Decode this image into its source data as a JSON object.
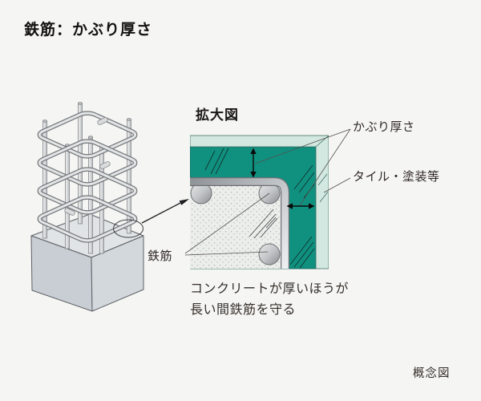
{
  "page": {
    "title": "鉄筋：かぶり厚さ",
    "caption": "概念図"
  },
  "diagram": {
    "heading": "拡大図",
    "labels": {
      "cover_thickness": "かぶり厚さ",
      "tile_paint": "タイル・塗装等",
      "rebar": "鉄筋"
    },
    "note": {
      "line1": "コンクリートが厚いほうが",
      "line2": "長い間鉄筋を守る"
    }
  },
  "icons": {
    "vertical_double_arrow": "cover-thickness-dimension",
    "horizontal_double_arrow": "cover-thickness-dimension",
    "pointer_arrow": "magnify-pointer",
    "magnifier_ellipse": "highlight-region"
  },
  "colors": {
    "background": "#f5f5f3",
    "cover_concrete": "#109180",
    "finish_layer": "#d2e8e1",
    "concrete": "#eceeeb",
    "steel_light": "#e3e5e7",
    "steel_dark": "#85888b",
    "arrow_black": "#111111"
  }
}
